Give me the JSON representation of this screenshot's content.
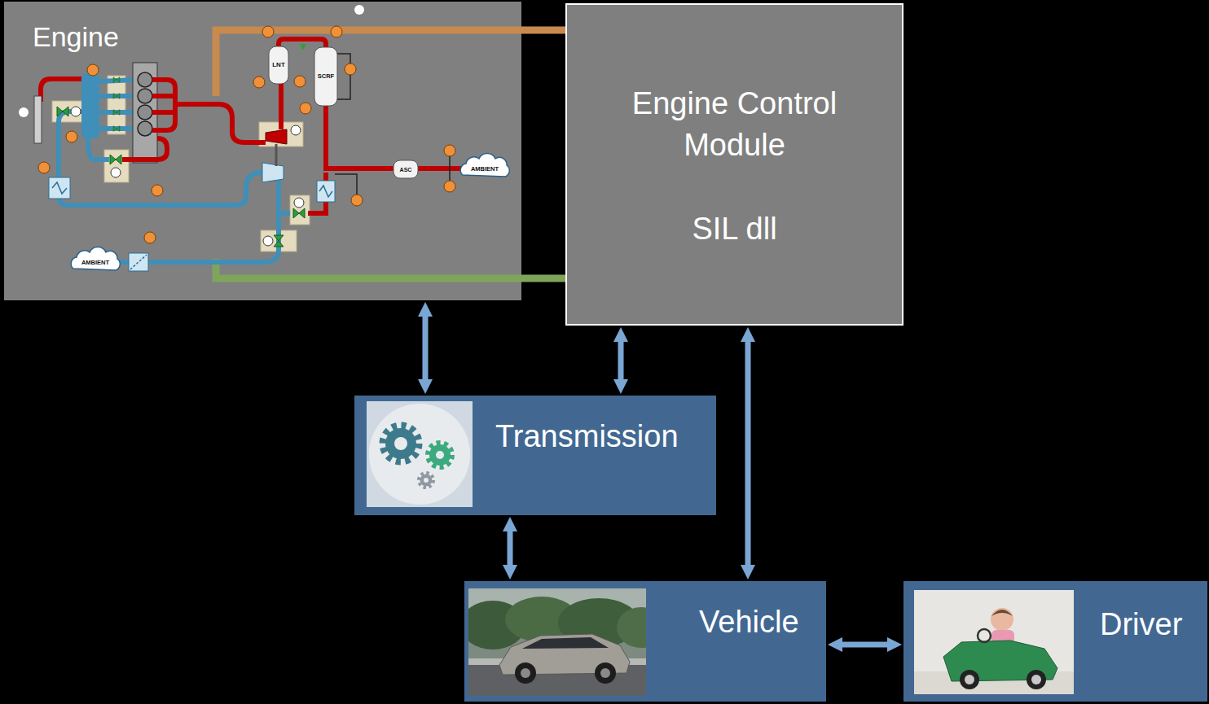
{
  "diagram": {
    "nodes": [
      {
        "text": [
          "Engine"
        ]
      },
      {
        "text": [
          "Engine Control Module",
          "SIL dll"
        ]
      },
      {
        "text": [
          "Transmission"
        ]
      },
      {
        "text": [
          "Vehicle"
        ]
      },
      {
        "text": [
          "Driver"
        ]
      }
    ],
    "edges": [
      {
        "from": 0,
        "to": 2,
        "arrow": "both"
      },
      {
        "from": 1,
        "to": 2,
        "arrow": "both"
      },
      {
        "from": 1,
        "to": 3,
        "arrow": "both"
      },
      {
        "from": 2,
        "to": 3,
        "arrow": "both"
      },
      {
        "from": 3,
        "to": 4,
        "arrow": "both"
      },
      {
        "from": 0,
        "to": 1,
        "arrow": "none"
      },
      {
        "from": 0,
        "to": 1,
        "arrow": "none"
      }
    ],
    "labels": [
      "LNT",
      "SCRF",
      "ASC",
      "AMBIENT",
      "AMBIENT"
    ]
  }
}
